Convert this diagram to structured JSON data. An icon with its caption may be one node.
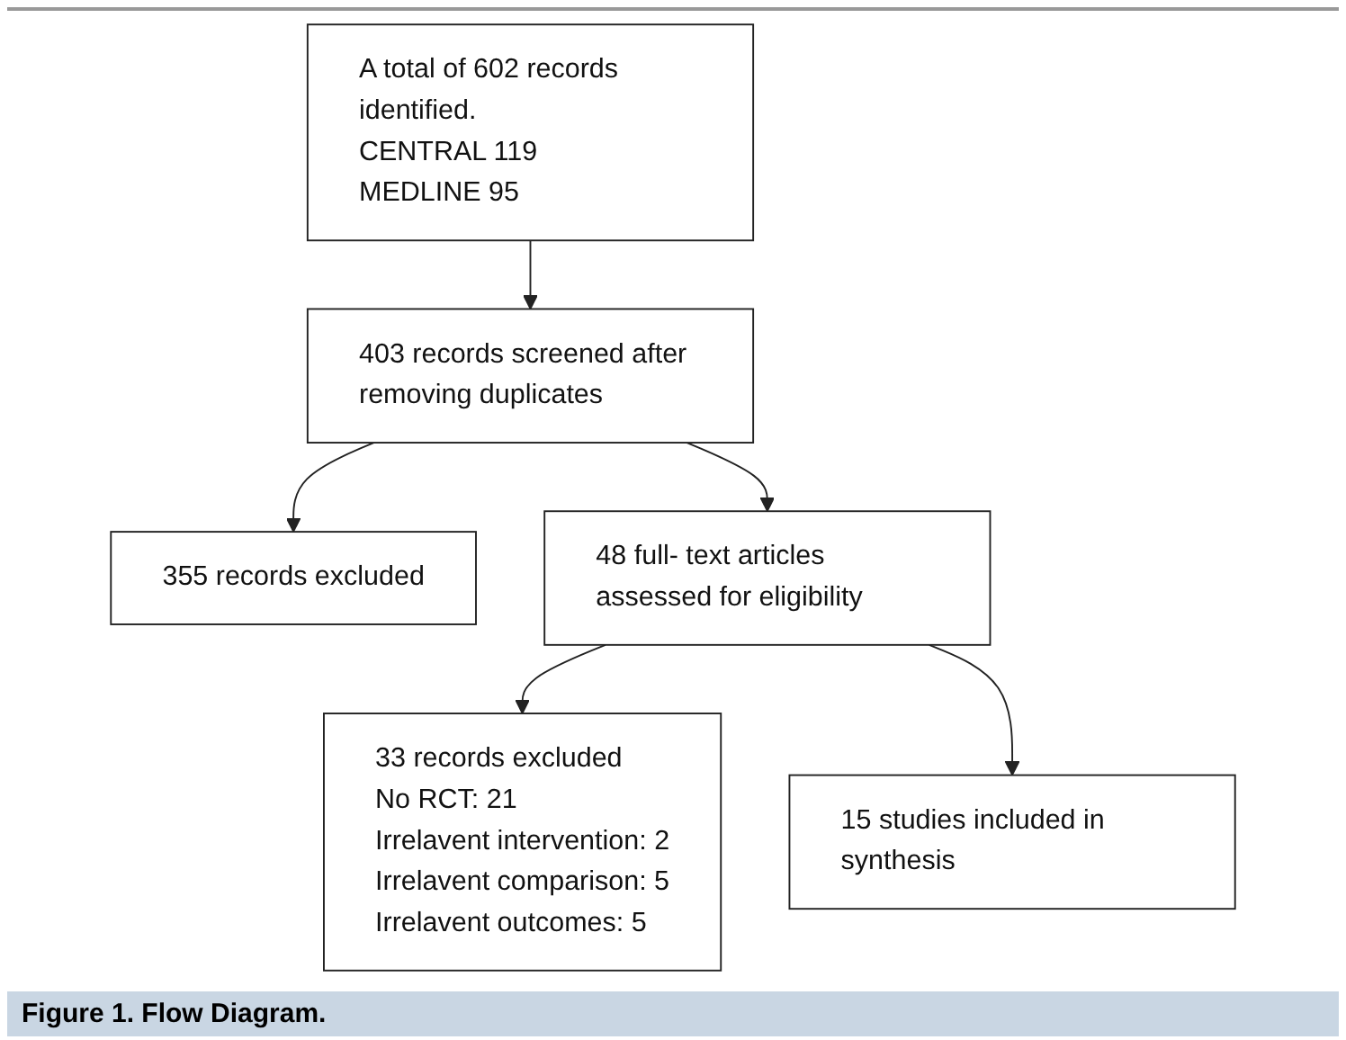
{
  "diagram": {
    "caption": "Figure 1. Flow Diagram.",
    "nodes": [
      {
        "text": [
          "A total of 602 records identified.",
          "CENTRAL 119",
          "MEDLINE 95"
        ]
      },
      {
        "text": [
          "403 records screened after removing duplicates"
        ]
      },
      {
        "text": [
          "355 records excluded"
        ]
      },
      {
        "text": [
          "48 full- text articles assessed for eligibility"
        ]
      },
      {
        "text": [
          "33 records excluded",
          "No RCT: 21",
          "Irrelavent intervention: 2",
          "Irrelavent comparison: 5",
          "Irrelavent outcomes: 5"
        ]
      },
      {
        "text": [
          "15 studies included in synthesis"
        ]
      }
    ],
    "edges": [
      {
        "from": 0,
        "to": 1,
        "arrow": "to"
      },
      {
        "from": 1,
        "to": 2,
        "arrow": "to"
      },
      {
        "from": 1,
        "to": 3,
        "arrow": "to"
      },
      {
        "from": 3,
        "to": 4,
        "arrow": "to"
      },
      {
        "from": 3,
        "to": 5,
        "arrow": "to"
      }
    ]
  }
}
